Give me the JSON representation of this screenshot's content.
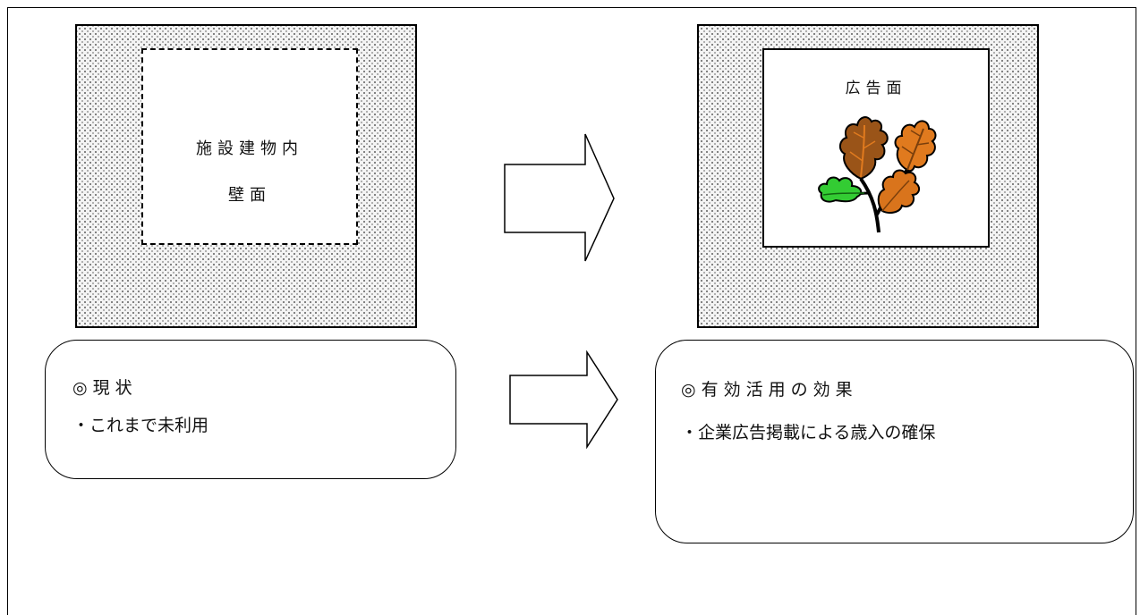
{
  "left_panel": {
    "wall_line1": "施設建物内",
    "wall_line2": "壁面"
  },
  "right_panel": {
    "ad_label": "広告面",
    "illustration_icon": "autumn-leaves-icon"
  },
  "current_box": {
    "title": "◎現状",
    "item": "・これまで未利用"
  },
  "effect_box": {
    "title": "◎有効活用の効果",
    "item": "・企業広告掲載による歳入の確保"
  },
  "colors": {
    "leaf_orange": "#e07a1e",
    "leaf_brown": "#8a4a12",
    "leaf_green": "#33cc33",
    "outline": "#000000"
  }
}
